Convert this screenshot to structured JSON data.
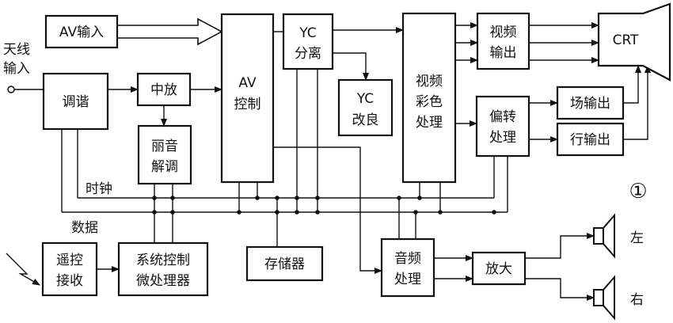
{
  "labels": {
    "antenna_input": [
      "天线",
      "输入"
    ],
    "clock": "时钟",
    "data_bus": "数据",
    "left": "左",
    "right": "右",
    "figure_number": "①"
  },
  "blocks": {
    "av_input": [
      "AV输入"
    ],
    "tuner": [
      "调谐"
    ],
    "if_amp": [
      "中放"
    ],
    "nicam_demod": [
      "丽音",
      "解调"
    ],
    "remote_rx": [
      "遥控",
      "接收"
    ],
    "sys_ctrl": [
      "系统控制",
      "微处理器"
    ],
    "av_ctrl": [
      "AV",
      "控制"
    ],
    "yc_sep": [
      "YC",
      "分离"
    ],
    "yc_improve": [
      "YC",
      "改良"
    ],
    "memory": [
      "存储器"
    ],
    "video_color": [
      "视频",
      "彩色",
      "处理"
    ],
    "video_out": [
      "视频",
      "输出"
    ],
    "deflection": [
      "偏转",
      "处理"
    ],
    "field_out": [
      "场输出"
    ],
    "line_out": [
      "行输出"
    ],
    "crt": [
      "CRT"
    ],
    "audio_proc": [
      "音频",
      "处理"
    ],
    "amplifier": [
      "放大"
    ]
  }
}
